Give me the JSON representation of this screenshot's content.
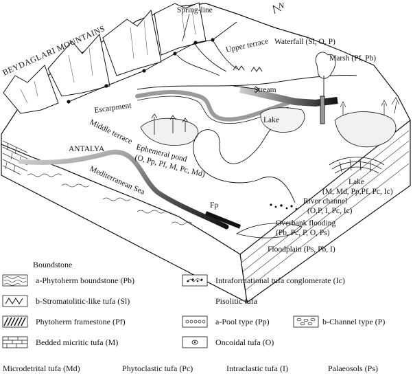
{
  "north_label": "N",
  "labels": {
    "mountains": "BEYDAGLARI MOUNTAINS",
    "spring_line": "Spring-line",
    "upper_terrace": "Upper terrace",
    "waterfall": "Waterfall (Sl, O, P)",
    "marsh": "Marsh (Pf, Pb)",
    "stream": "Stream",
    "escarpment": "Escarpment",
    "lake_upper": "Lake",
    "middle_terrace": "Middle terrace",
    "antalya": "ANTALYA",
    "ephemeral_pond_1": "Ephemeral pond",
    "ephemeral_pond_2": "(O, Pp, Pf, M, Pc, Md)",
    "sea": "Mediterranean Sea",
    "fp": "Fp",
    "lake_lower_1": "Lake",
    "lake_lower_2": "(M, Md, Pp,Pf, Pc, Ic)",
    "river_channel_1": "River channel",
    "river_channel_2": "(O,P, I, Pc, Ic)",
    "overbank_1": "Overbank flooding",
    "overbank_2": "(Pb, Pc,  P, O, Ps)",
    "floodplain": "Floodplain (Ps, Pb, I)"
  },
  "legend": {
    "boundstone": "Boundstone",
    "phytoherm_boundstone": "a-Phytoherm boundstone (Pb)",
    "stromatolitic": "b-Stromatolitic-like tufa (Sl)",
    "phytoherm_framestone": "Phytoherm framestone (Pf)",
    "bedded_micritic": "Bedded micritic tufa (M)",
    "intraformational": "Intraformational tufa conglomerate (Ic)",
    "pisolitic": "Pisolitic tufa",
    "pool_type": "a-Pool type (Pp)",
    "channel_type": "b-Channel type (P)",
    "oncoidal": "Oncoidal tufa (O)",
    "microdetrital": "Microdetrital tufa (Md)",
    "phytoclastic": "Phytoclastic tufa (Pc)",
    "intraclastic": "Intraclastic tufa (I)",
    "palaeosols": "Palaeosols (Ps)"
  }
}
